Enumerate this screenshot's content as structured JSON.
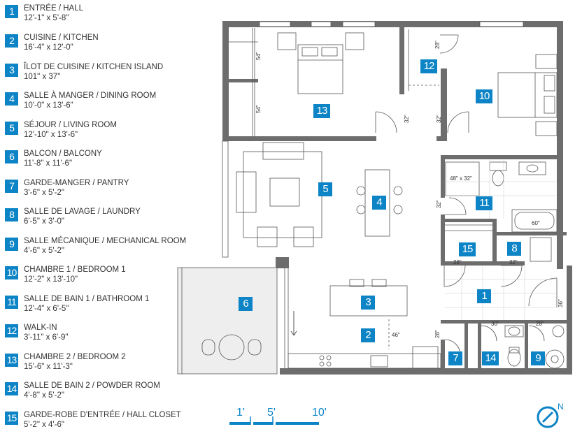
{
  "legend": [
    {
      "num": "1",
      "name": "ENTRÉE / HALL",
      "dims": "12'-1\" x 5'-8\""
    },
    {
      "num": "2",
      "name": "CUISINE / KITCHEN",
      "dims": "16'-4\" x 12'-0\""
    },
    {
      "num": "3",
      "name": "ÎLOT DE CUISINE / KITCHEN ISLAND",
      "dims": "101\" x 37\""
    },
    {
      "num": "4",
      "name": "SALLE À MANGER / DINING ROOM",
      "dims": "10'-0\" x 13'-6\""
    },
    {
      "num": "5",
      "name": "SÉJOUR / LIVING ROOM",
      "dims": "12'-10\" x 13'-6\""
    },
    {
      "num": "6",
      "name": "BALCON / BALCONY",
      "dims": "11'-8\" x 11'-6\""
    },
    {
      "num": "7",
      "name": "GARDE-MANGER / PANTRY",
      "dims": "3'-6\" x 5'-2\""
    },
    {
      "num": "8",
      "name": "SALLE DE LAVAGE / LAUNDRY",
      "dims": "6'-5\" x 3'-0\""
    },
    {
      "num": "9",
      "name": "SALLE MÉCANIQUE / MECHANICAL ROOM",
      "dims": "4'-6\" x 5'-2\""
    },
    {
      "num": "10",
      "name": "CHAMBRE 1 / BEDROOM 1",
      "dims": "12'-2\" x 13'-10\""
    },
    {
      "num": "11",
      "name": "SALLE DE BAIN 1 / BATHROOM 1",
      "dims": "12'-4\" x 6'-5\""
    },
    {
      "num": "12",
      "name": "WALK-IN",
      "dims": "3'-11\" x 6'-9\""
    },
    {
      "num": "13",
      "name": "CHAMBRE 2 / BEDROOM 2",
      "dims": "15'-6\" x 11'-3\""
    },
    {
      "num": "14",
      "name": "SALLE DE BAIN 2 / POWDER ROOM",
      "dims": "4'-8\" x 5'-2\""
    },
    {
      "num": "15",
      "name": "GARDE-ROBE D'ENTRÉE / HALL CLOSET",
      "dims": "5'-2\" x 4'-6\""
    }
  ],
  "rooms": {
    "r1": "1",
    "r2": "2",
    "r3": "3",
    "r4": "4",
    "r5": "5",
    "r6": "6",
    "r7": "7",
    "r8": "8",
    "r9": "9",
    "r10": "10",
    "r11": "11",
    "r12": "12",
    "r13": "13",
    "r14": "14",
    "r15": "15"
  },
  "dimensions": {
    "bed2_window_top": "54\"",
    "bed2_window_bottom": "54\"",
    "walkin_door": "28\"",
    "door_32_left": "32\"",
    "door_32_right": "32\"",
    "shower": "48\" x 32\"",
    "bath_door": "32\"",
    "tub": "60\"",
    "closet_door": "28\"",
    "laundry_door": "32\"",
    "hall_door": "36\"",
    "island_width": "46\"",
    "pantry_door": "28\"",
    "powder_door": "30\"",
    "mech_door": "28\""
  },
  "scale": {
    "labels": [
      "1'",
      "5'",
      "10'"
    ]
  },
  "compass": {
    "label": "N"
  },
  "colors": {
    "accent": "#0c84c6",
    "wall": "#6d6d6d",
    "line": "#555555"
  }
}
